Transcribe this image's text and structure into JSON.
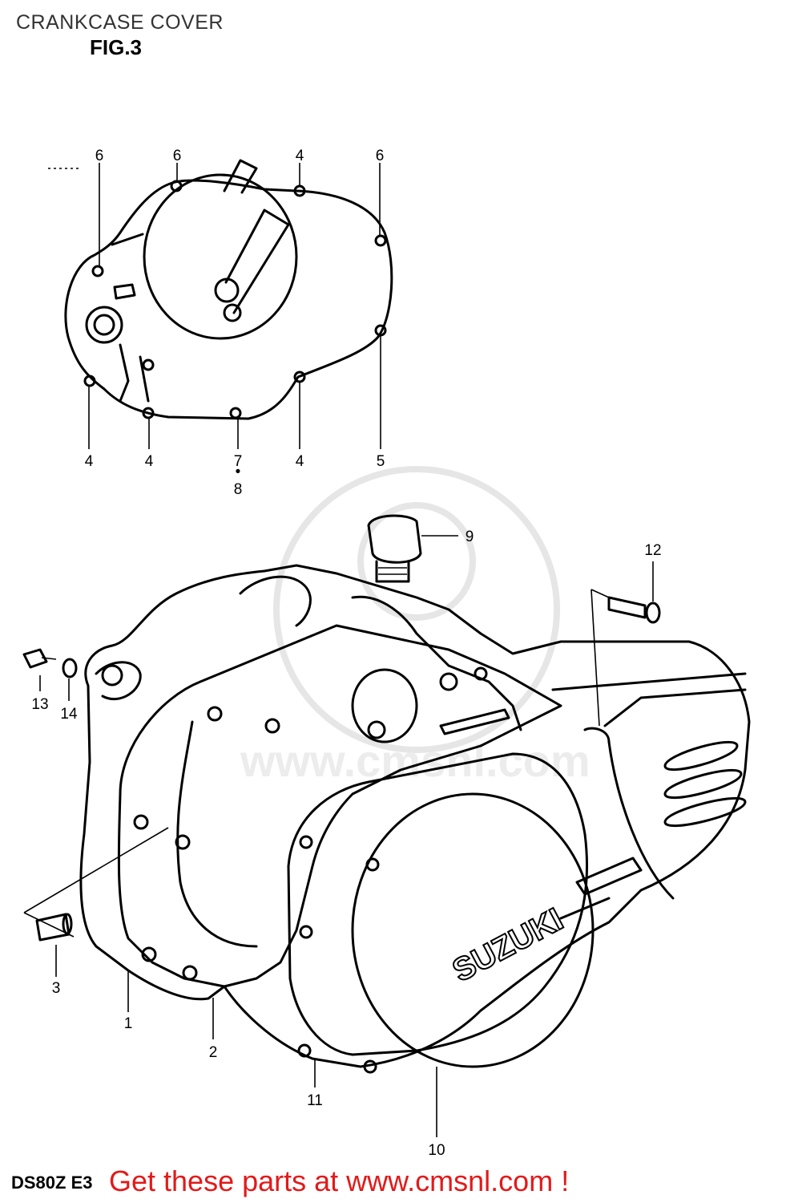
{
  "header": {
    "title": "CRANKCASE COVER",
    "figure": "FIG.3"
  },
  "footer": {
    "model_code": "DS80Z E3",
    "promo_text": "Get these parts at www.cmsnl.com !"
  },
  "diagram": {
    "brand_mark": "SUZUKI",
    "watermark": "www.cmsnl.com",
    "callouts": {
      "c6a": "6",
      "c6b": "6",
      "c4a": "4",
      "c6c": "6",
      "c4b": "4",
      "c4c": "4",
      "c78": "7",
      "c8": "8",
      "c4d": "4",
      "c5": "5",
      "c9": "9",
      "c12": "12",
      "c13": "13",
      "c14": "14",
      "c3": "3",
      "c1": "1",
      "c2": "2",
      "c11": "11",
      "c10": "10"
    }
  }
}
